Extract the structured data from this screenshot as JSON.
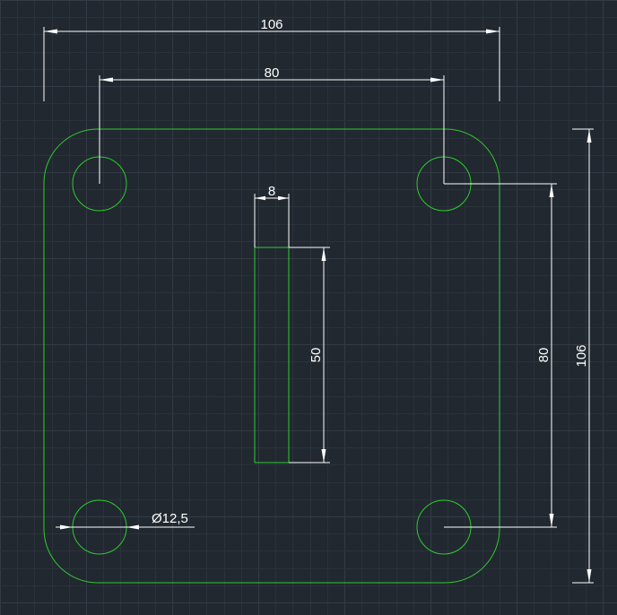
{
  "drawing": {
    "colors": {
      "background": "#212830",
      "grid_minor": "#2a323b",
      "grid_major": "#323b45",
      "geometry": "#2ecc2e",
      "dimension": "#ffffff"
    },
    "dimensions": {
      "overall_width": "106",
      "hole_spacing_horizontal": "80",
      "slot_width": "8",
      "slot_length": "50",
      "hole_spacing_vertical": "80",
      "overall_height": "106",
      "hole_diameter": "Ø12,5"
    }
  }
}
